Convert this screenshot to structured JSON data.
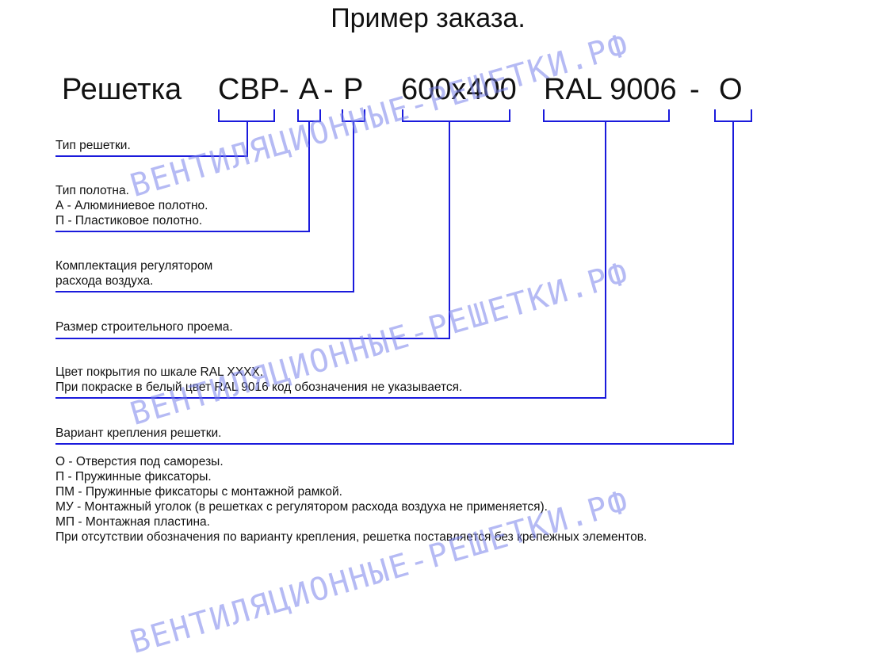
{
  "title": "Пример заказа.",
  "code": {
    "prefix": "Решетка",
    "type": "СВР",
    "dash1": "-",
    "material": "А",
    "dash2": "-",
    "regulator": "Р",
    "size": "600x400",
    "ral": "RAL 9006",
    "dash3": "-",
    "mount": "О"
  },
  "descriptions": {
    "type": [
      "Тип решетки."
    ],
    "blade": [
      "Тип полотна.",
      "А - Алюминиевое полотно.",
      "П - Пластиковое полотно."
    ],
    "regulator": [
      "Комплектация регулятором",
      "расхода воздуха."
    ],
    "size": [
      "Размер строительного проема."
    ],
    "color": [
      "Цвет покрытия по шкале RAL XXXX.",
      "При покраске в белый цвет RAL 9016 код обозначения не указывается."
    ],
    "mount": [
      "Вариант крепления решетки."
    ]
  },
  "mount_options": [
    "О - Отверстия под саморезы.",
    "П - Пружинные фиксаторы.",
    "ПМ - Пружинные фиксаторы с монтажной рамкой.",
    "МУ - Монтажный уголок (в решетках с регулятором расхода воздуха не применяется).",
    "МП - Монтажная пластина.",
    "При отсутствии обозначения по варианту крепления, решетка поставляется без крепежных элементов."
  ],
  "watermark": "ВЕНТИЛЯЦИОННЫЕ-РЕШЕТКИ.РФ",
  "colors": {
    "connector": "#1a1adc",
    "watermark": "#7882eb"
  }
}
